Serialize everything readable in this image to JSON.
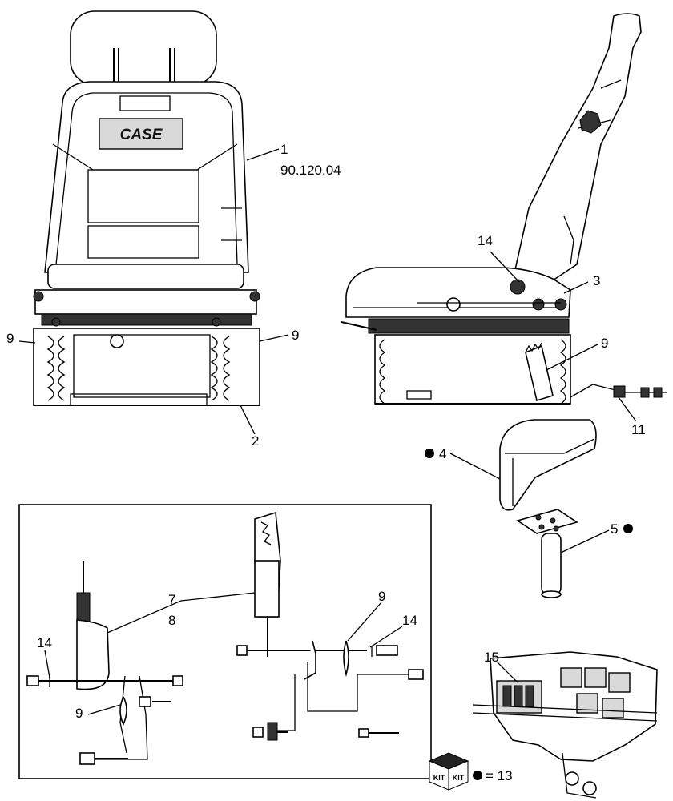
{
  "logo_text": "CASE",
  "callouts": {
    "c1": "1",
    "c1_ref": "90.120.04",
    "c2": "2",
    "c3": "3",
    "c4": "4",
    "c5": "5",
    "c7": "7",
    "c8": "8",
    "c9a": "9",
    "c9b": "9",
    "c9c": "9",
    "c9d": "9",
    "c9e": "9",
    "c11": "11",
    "c14a": "14",
    "c14b": "14",
    "c14c": "14",
    "c15": "15"
  },
  "legend": {
    "kit_text_1": "KIT",
    "kit_text_2": "KIT",
    "equals_text": "= 13"
  }
}
